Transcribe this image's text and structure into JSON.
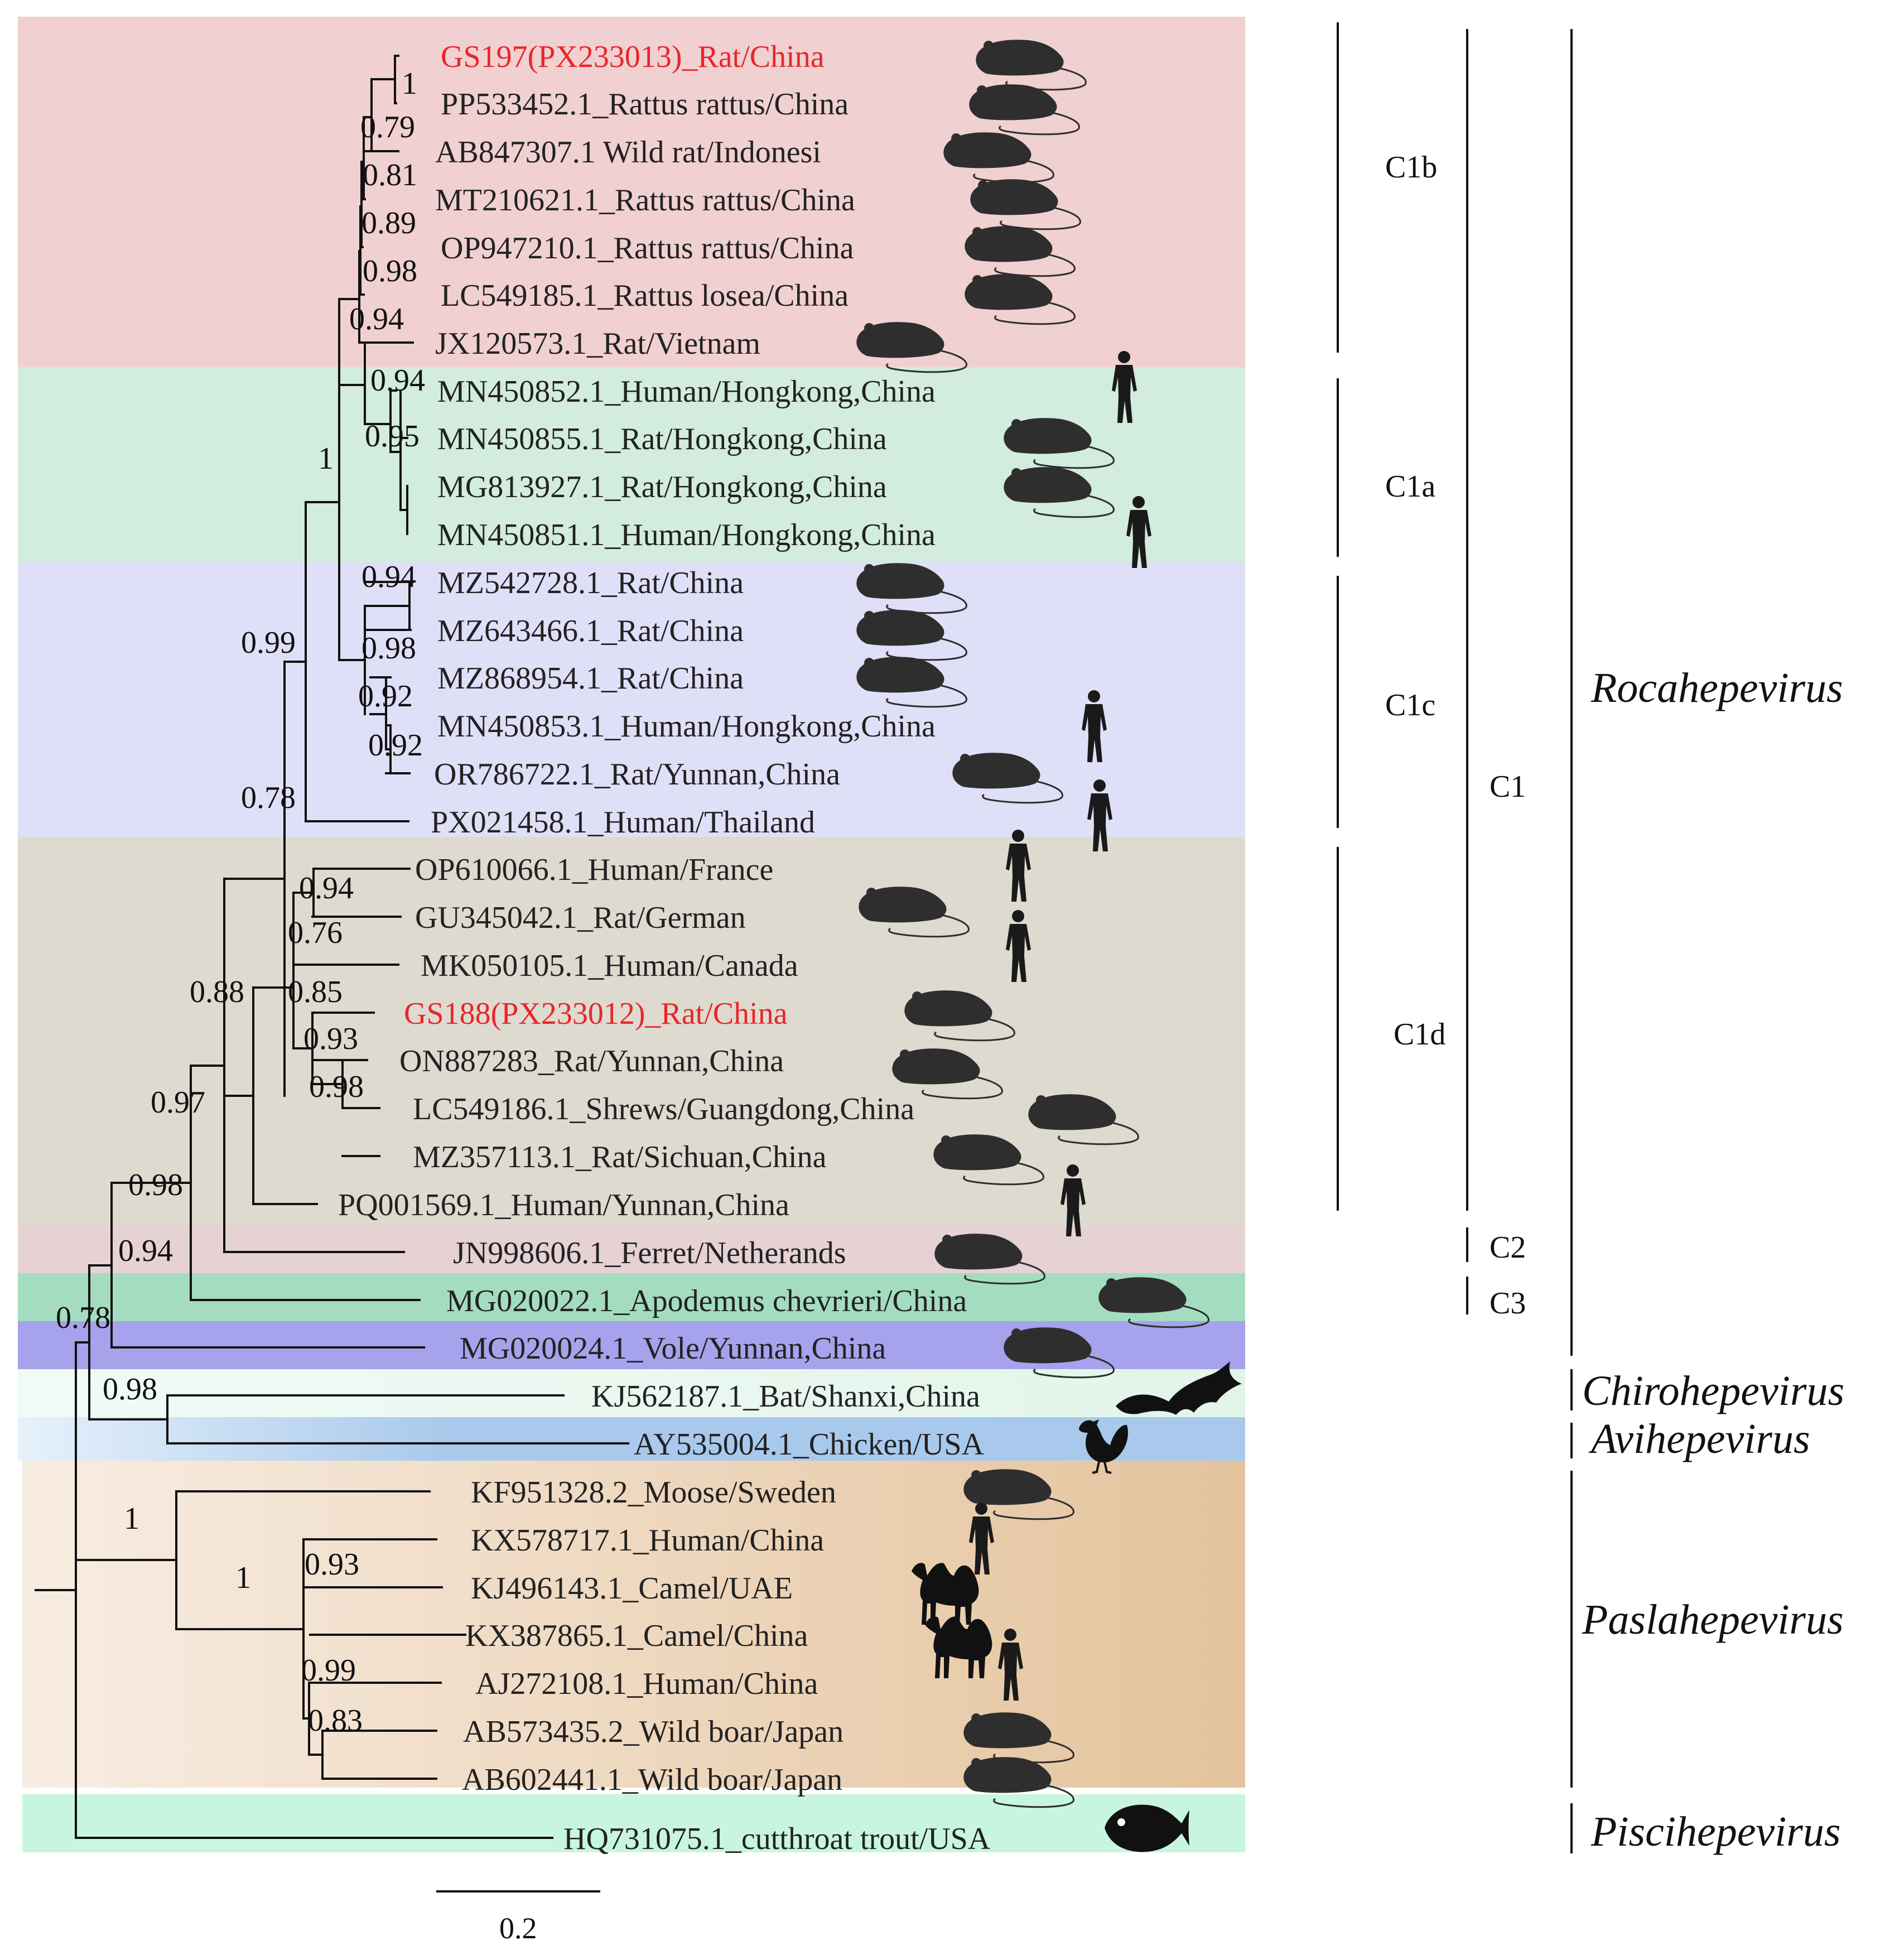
{
  "tips": [
    {
      "id": "t1",
      "label": "GS197(PX233013)_Rat/China",
      "host": "rat",
      "highlight": true
    },
    {
      "id": "t2",
      "label": "PP533452.1_Rattus rattus/China",
      "host": "rat"
    },
    {
      "id": "t3",
      "label": "AB847307.1 Wild rat/Indonesi",
      "host": "rat"
    },
    {
      "id": "t4",
      "label": "MT210621.1_Rattus rattus/China",
      "host": "rat"
    },
    {
      "id": "t5",
      "label": "OP947210.1_Rattus rattus/China",
      "host": "rat"
    },
    {
      "id": "t6",
      "label": "LC549185.1_Rattus losea/China",
      "host": "rat"
    },
    {
      "id": "t7",
      "label": "JX120573.1_Rat/Vietnam",
      "host": "rat"
    },
    {
      "id": "t8",
      "label": "MN450852.1_Human/Hongkong,China",
      "host": "human"
    },
    {
      "id": "t9",
      "label": "MN450855.1_Rat/Hongkong,China",
      "host": "rat"
    },
    {
      "id": "t10",
      "label": "MG813927.1_Rat/Hongkong,China",
      "host": "rat"
    },
    {
      "id": "t11",
      "label": "MN450851.1_Human/Hongkong,China",
      "host": "human"
    },
    {
      "id": "t12",
      "label": "MZ542728.1_Rat/China",
      "host": "rat"
    },
    {
      "id": "t13",
      "label": "MZ643466.1_Rat/China",
      "host": "rat"
    },
    {
      "id": "t14",
      "label": "MZ868954.1_Rat/China",
      "host": "rat"
    },
    {
      "id": "t15",
      "label": "MN450853.1_Human/Hongkong,China",
      "host": "human"
    },
    {
      "id": "t16",
      "label": "OR786722.1_Rat/Yunnan,China",
      "host": "rat"
    },
    {
      "id": "t17",
      "label": "PX021458.1_Human/Thailand",
      "host": "human"
    },
    {
      "id": "t18",
      "label": "OP610066.1_Human/France",
      "host": "human"
    },
    {
      "id": "t19",
      "label": "GU345042.1_Rat/German",
      "host": "rat"
    },
    {
      "id": "t20",
      "label": "MK050105.1_Human/Canada",
      "host": "human"
    },
    {
      "id": "t21",
      "label": "GS188(PX233012)_Rat/China",
      "host": "rat",
      "highlight": true
    },
    {
      "id": "t22",
      "label": "ON887283_Rat/Yunnan,China",
      "host": "rat"
    },
    {
      "id": "t23",
      "label": "LC549186.1_Shrews/Guangdong,China",
      "host": "rat"
    },
    {
      "id": "t24",
      "label": "MZ357113.1_Rat/Sichuan,China",
      "host": "rat"
    },
    {
      "id": "t25",
      "label": "PQ001569.1_Human/Yunnan,China",
      "host": "human"
    },
    {
      "id": "t26",
      "label": "JN998606.1_Ferret/Netherands",
      "host": "rat"
    },
    {
      "id": "t27",
      "label": "MG020022.1_Apodemus chevrieri/China",
      "host": "rat"
    },
    {
      "id": "t28",
      "label": "MG020024.1_Vole/Yunnan,China",
      "host": "rat"
    },
    {
      "id": "t29",
      "label": "KJ562187.1_Bat/Shanxi,China",
      "host": "bat"
    },
    {
      "id": "t30",
      "label": "AY535004.1_Chicken/USA",
      "host": "chicken"
    },
    {
      "id": "t31",
      "label": "KF951328.2_Moose/Sweden",
      "host": "rat"
    },
    {
      "id": "t32",
      "label": "KX578717.1_Human/China",
      "host": "human"
    },
    {
      "id": "t33",
      "label": "KJ496143.1_Camel/UAE",
      "host": "camel"
    },
    {
      "id": "t34",
      "label": "KX387865.1_Camel/China",
      "host": "camel"
    },
    {
      "id": "t35",
      "label": "AJ272108.1_Human/China",
      "host": "human"
    },
    {
      "id": "t36",
      "label": "AB573435.2_Wild boar/Japan",
      "host": "rat"
    },
    {
      "id": "t37",
      "label": "AB602441.1_Wild boar/Japan",
      "host": "rat"
    },
    {
      "id": "t38",
      "label": "HQ731075.1_cutthroat trout/USA",
      "host": "fish"
    }
  ],
  "support_values": [
    "1",
    "0.79",
    "0.81",
    "0.89",
    "0.98",
    "0.94",
    "0.94",
    "0.95",
    "1",
    "0.94",
    "0.98",
    "0.92",
    "0.92",
    "0.99",
    "0.78",
    "0.94",
    "0.76",
    "0.85",
    "0.93",
    "0.98",
    "0.88",
    "0.97",
    "0.98",
    "0.94",
    "0.78",
    "0.98",
    "1",
    "1",
    "0.93",
    "0.99",
    "0.83"
  ],
  "clades": {
    "c1b": "C1b",
    "c1a": "C1a",
    "c1c": "C1c",
    "c1d": "C1d",
    "c1": "C1",
    "c2": "C2",
    "c3": "C3"
  },
  "genera": {
    "rocahepevirus": "Rocahepevirus",
    "chirohepevirus": "Chirohepevirus",
    "avihepevirus": "Avihepevirus",
    "paslahepevirus": "Paslahepevirus",
    "piscihepevirus": "Piscihepevirus"
  },
  "scale_bar": {
    "value": 0.2,
    "label": "0.2"
  },
  "colors": {
    "c1b_band": "#f0d0d0",
    "c1a_band": "#d2ecdd",
    "c1c_band": "#e0dff8",
    "c1d_band": "#dedad0",
    "c2_band": "#e6d1d4",
    "c3_band": "#a4dcc0",
    "vole_band": "#a6a2ec",
    "chiro_band": "#e5f5ee",
    "avi_band": "#a9c9ec",
    "pasla_band": "#e7c7a2",
    "pisci_band": "#c8f5df",
    "highlight_text": "#e8262a",
    "icon": "#2e2e2e"
  }
}
